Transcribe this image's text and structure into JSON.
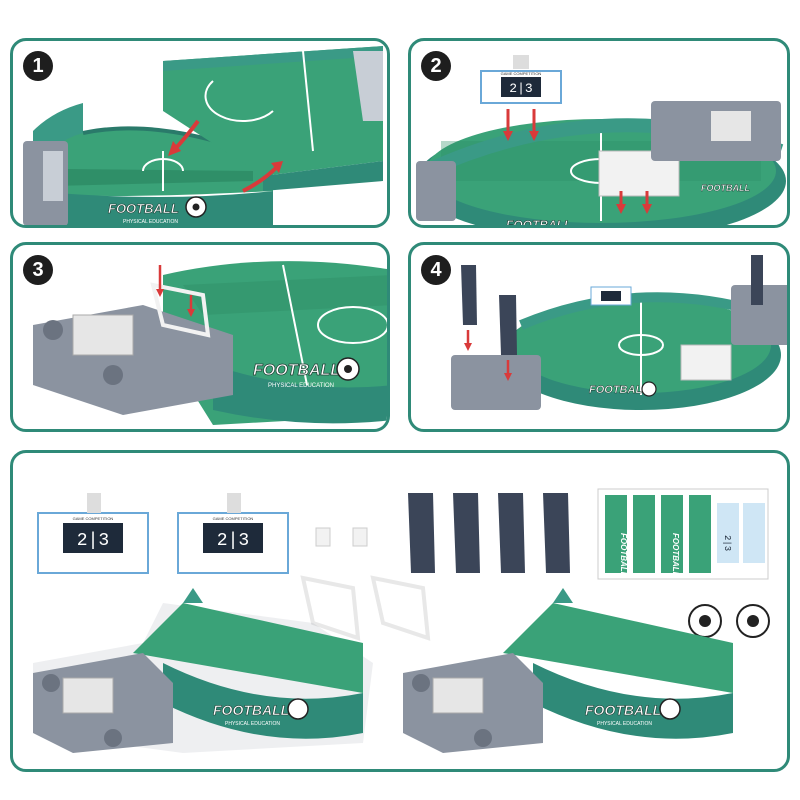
{
  "steps": [
    {
      "number": "1"
    },
    {
      "number": "2"
    },
    {
      "number": "3"
    },
    {
      "number": "4"
    }
  ],
  "brand": {
    "title": "FOOTBALL",
    "subtitle": "PHYSICAL EDUCATION"
  },
  "scoreboard": {
    "caption": "GAME COMPETITION",
    "score": "2|3",
    "score_sticker": "2|3"
  },
  "colors": {
    "frame": "#2f8a78",
    "field_dark": "#2f8f68",
    "field_light": "#3aa278",
    "wall": "#3a9a86",
    "goal_base": "#8b93a0",
    "handle": "#3b4558",
    "arrow": "#d93a3a"
  }
}
